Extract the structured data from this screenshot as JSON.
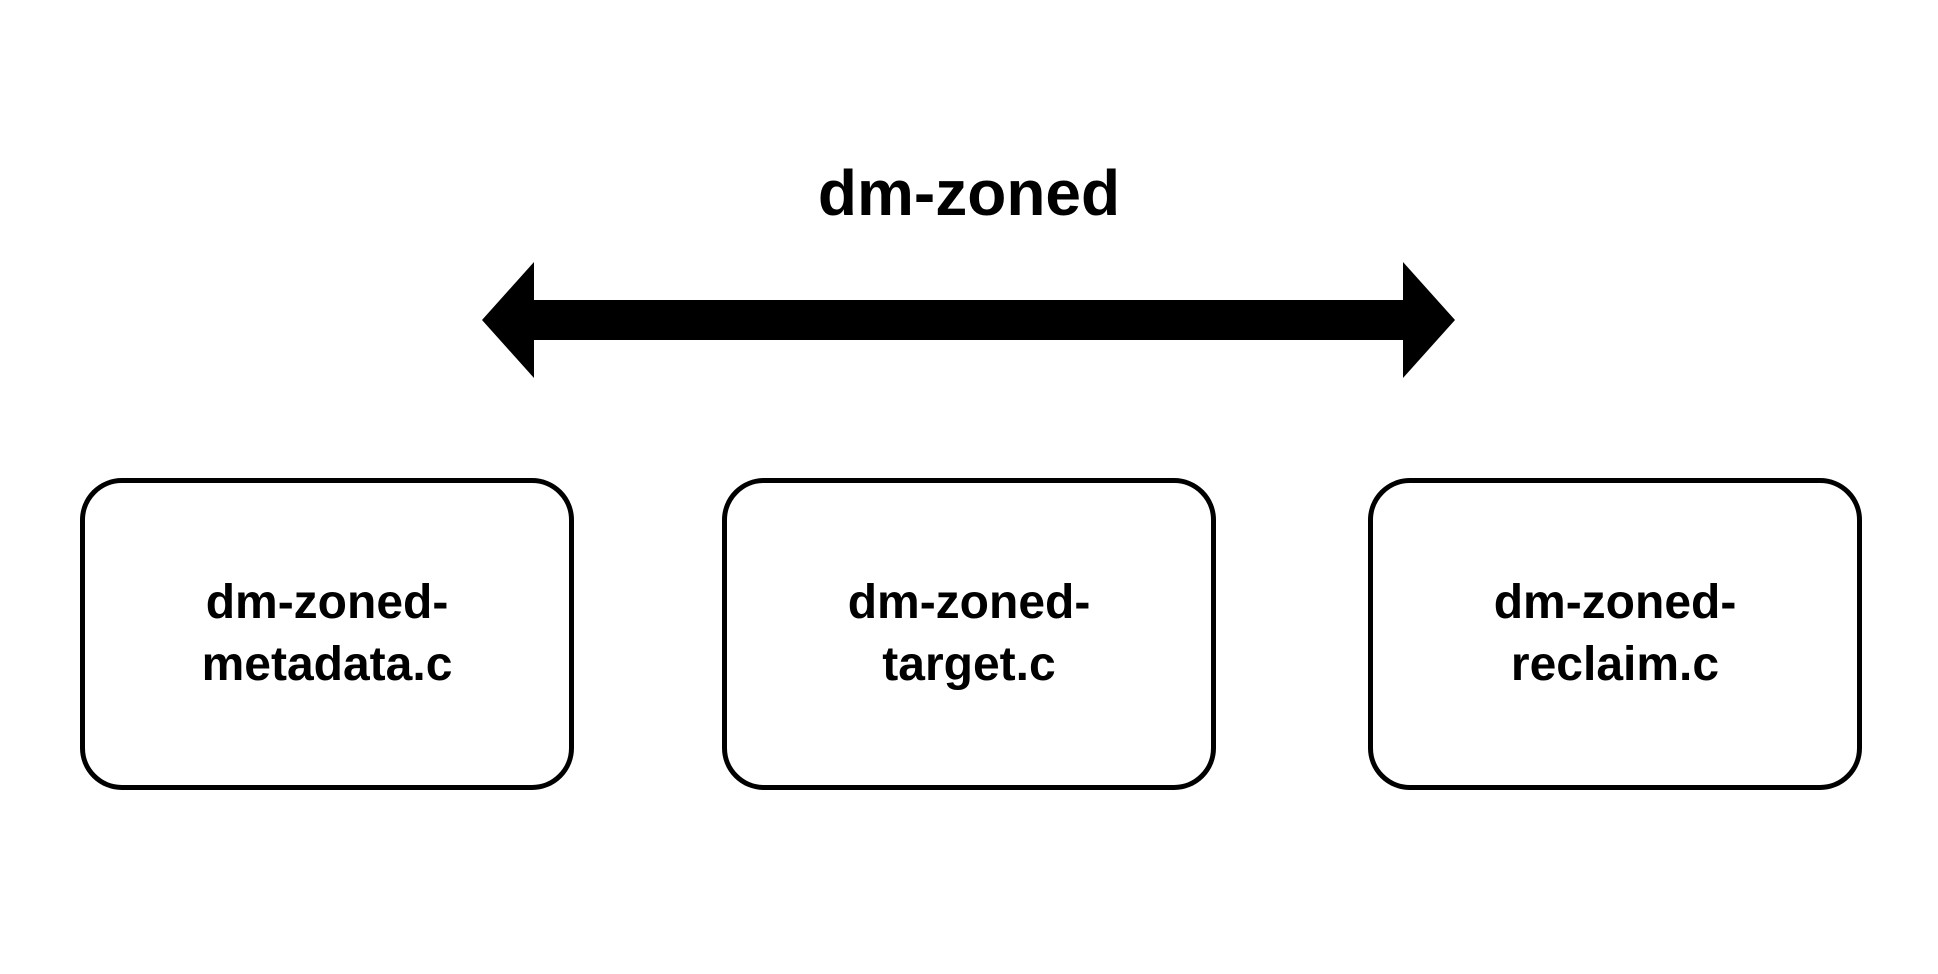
{
  "diagram": {
    "title": "dm-zoned",
    "colors": {
      "foreground": "#000000",
      "background": "#ffffff"
    },
    "arrow": {
      "type": "double-headed",
      "direction": "horizontal"
    },
    "nodes": [
      {
        "id": "dm-zoned-metadata",
        "label": "dm-zoned-\nmetadata.c"
      },
      {
        "id": "dm-zoned-target",
        "label": "dm-zoned-\ntarget.c"
      },
      {
        "id": "dm-zoned-reclaim",
        "label": "dm-zoned-\nreclaim.c"
      }
    ]
  }
}
